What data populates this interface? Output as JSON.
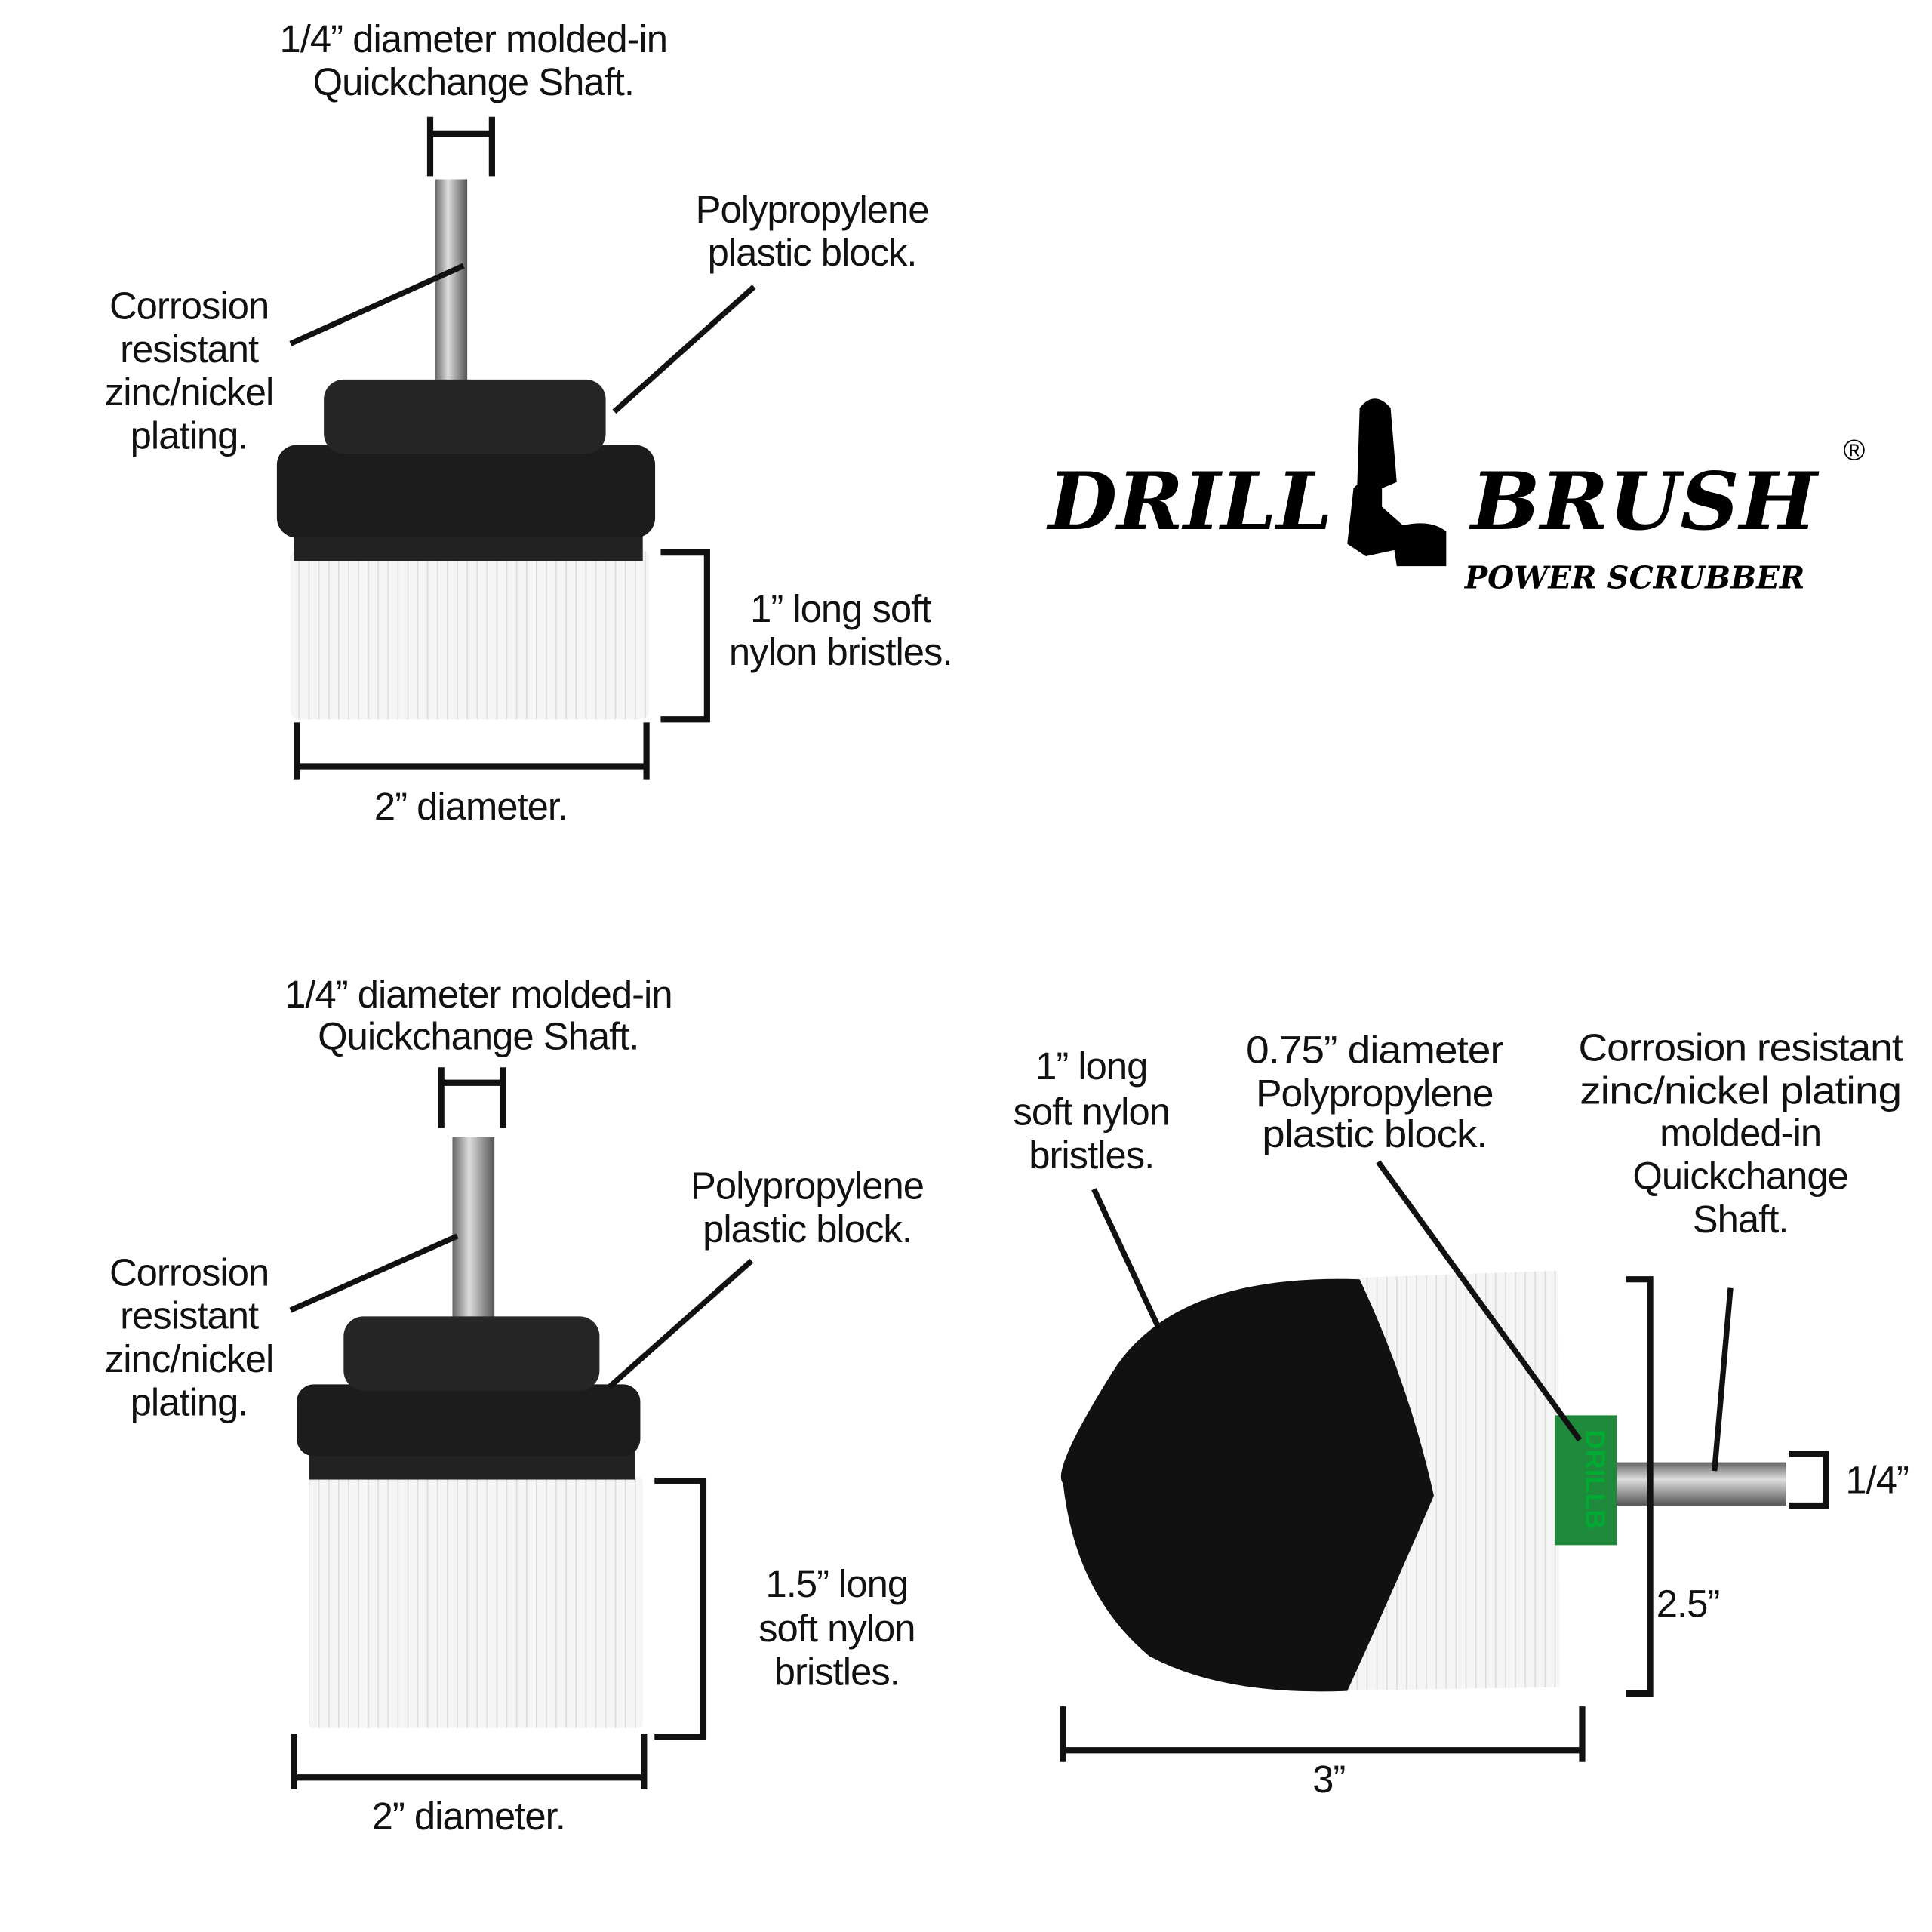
{
  "logo": {
    "word1": "DRILL",
    "word2": "BRUSH",
    "tagline": "POWER SCRUBBER",
    "registered": "®"
  },
  "brush_top": {
    "shaft_label": [
      "1/4” diameter molded-in",
      "Quickchange Shaft."
    ],
    "block_label": [
      "Polypropylene",
      "plastic block."
    ],
    "plating_label": [
      "Corrosion",
      "resistant",
      "zinc/nickel",
      "plating."
    ],
    "bristle_label": [
      "1” long soft",
      "nylon bristles."
    ],
    "diameter_label": "2” diameter."
  },
  "brush_bottom": {
    "shaft_label": [
      "1/4” diameter molded-in",
      "Quickchange Shaft."
    ],
    "block_label": [
      "Polypropylene",
      "plastic block."
    ],
    "plating_label": [
      "Corrosion",
      "resistant",
      "zinc/nickel",
      "plating."
    ],
    "bristle_label": [
      "1.5” long",
      "soft nylon",
      "bristles."
    ],
    "diameter_label": "2” diameter."
  },
  "brush_cone": {
    "bristle_label": [
      "1” long",
      "soft nylon",
      "bristles."
    ],
    "block_label": [
      "0.75” diameter",
      "Polypropylene",
      "plastic block."
    ],
    "shaft_label": [
      "Corrosion resistant",
      "zinc/nickel plating",
      "molded-in",
      "Quickchange",
      "Shaft."
    ],
    "height_label": "2.5”",
    "shaft_dim_label": "1/4”",
    "length_label": "3”",
    "collar_text": "DRILLB"
  },
  "colors": {
    "block": "#1c1c1c",
    "bristle_white": "#f4f4f4",
    "bristle_black": "#111111",
    "collar_green": "#1f8a3c",
    "shaft": "#9a9a9a"
  }
}
